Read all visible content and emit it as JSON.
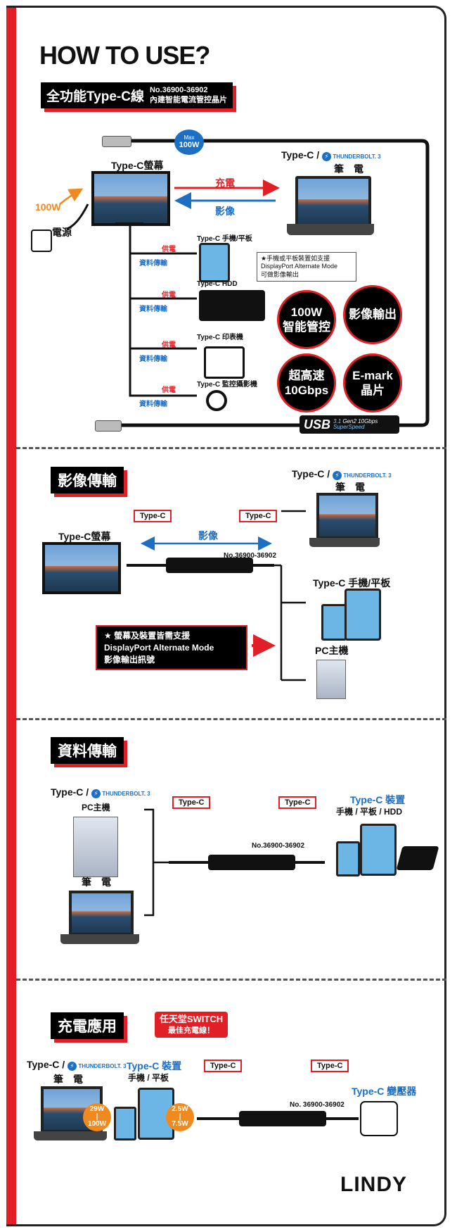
{
  "title": "HOW TO USE?",
  "section1": {
    "header": "全功能Type-C線",
    "model": "No.36900-36902",
    "subtitle": "內建智能電流管控晶片",
    "max_label": "Max",
    "max_value": "100W",
    "monitor_label": "Type-C螢幕",
    "laptop_label": "Type-C /",
    "thunderbolt": "THUNDERBOLT. 3",
    "laptop_name": "筆　電",
    "charge": "充電",
    "video": "影像",
    "watt": "100W",
    "power": "電源",
    "supply": "供電",
    "data": "資料傳輸",
    "devices": [
      "Type-C 手機/平板",
      "Type-C HDD",
      "Type-C 印表機",
      "Type-C 監控攝影機"
    ],
    "note": [
      "★手機或平板裝置如支援",
      "DisplayPort Alternate Mode",
      "可做影像輸出"
    ],
    "circles": [
      "100W\n智能管控",
      "影像輸出",
      "超高速\n10Gbps",
      "E-mark\n晶片"
    ],
    "usb_text": "USB",
    "usb_ver": "3.1",
    "usb_gen": "Gen2 10Gbps",
    "usb_ss": "SuperSpeed"
  },
  "section2": {
    "header": "影像傳輸",
    "laptop_label": "Type-C /",
    "thunderbolt": "THUNDERBOLT. 3",
    "laptop_name": "筆　電",
    "tag": "Type-C",
    "monitor_label": "Type-C螢幕",
    "video": "影像",
    "model": "No.36900-36902",
    "phone_label": "Type-C 手機/平板",
    "pc_label": "PC主機",
    "note": [
      "★ 螢幕及裝置皆需支援",
      "DisplayPort Alternate Mode",
      "影像輸出訊號"
    ]
  },
  "section3": {
    "header": "資料傳輸",
    "label": "Type-C /",
    "thunderbolt": "THUNDERBOLT. 3",
    "pc_label": "PC主機",
    "laptop_name": "筆　電",
    "tag": "Type-C",
    "model": "No.36900-36902",
    "device_title": "Type-C 裝置",
    "device_sub": "手機 / 平板 / HDD"
  },
  "section4": {
    "header": "充電應用",
    "switch_line1": "任天堂SWITCH",
    "switch_line2": "最佳充電線！",
    "label": "Type-C /",
    "thunderbolt": "THUNDERBOLT. 3",
    "laptop_name": "筆　電",
    "device_title": "Type-C 裝置",
    "device_sub": "手機 / 平板",
    "tag": "Type-C",
    "model": "No. 36900-36902",
    "adapter": "Type-C 變壓器",
    "w1": "29W\n|\n100W",
    "w2": "2.5W\n|\n7.5W"
  },
  "brand": "LINDY"
}
